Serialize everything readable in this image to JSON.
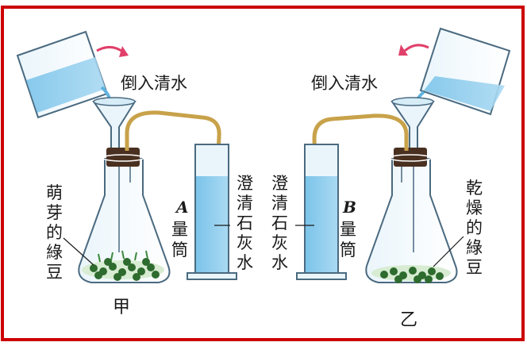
{
  "labels": {
    "pour_left": "倒入清水",
    "pour_right": "倒入清水",
    "seeds_left": [
      "萌",
      "芽",
      "的",
      "綠",
      "豆"
    ],
    "seeds_right": [
      "乾",
      "燥",
      "的",
      "綠",
      "豆"
    ],
    "lime_left": [
      "澄",
      "清",
      "石",
      "灰",
      "水"
    ],
    "lime_right": [
      "澄",
      "清",
      "石",
      "灰",
      "水"
    ],
    "cyl_a_letter": "A",
    "cyl_a_name": [
      "量",
      "筒"
    ],
    "cyl_b_letter": "B",
    "cyl_b_name": [
      "量",
      "筒"
    ],
    "flask_left": "甲",
    "flask_right": "乙"
  },
  "colors": {
    "frame": "#cc0000",
    "water": "#5fb3e0",
    "tube": "#c8a24a",
    "stopper": "#4a3020",
    "beans": "#2e6b2e",
    "arrow": "#e0406a"
  }
}
